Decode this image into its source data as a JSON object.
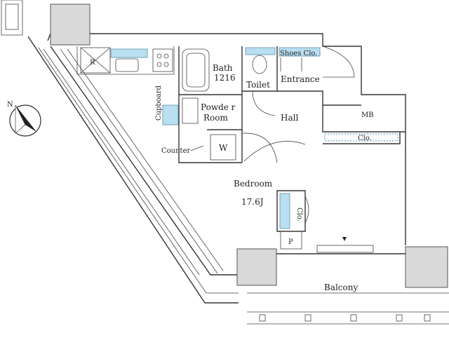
{
  "rooms": {
    "bath": "Bath",
    "bath_size": "1216",
    "toilet": "Toilet",
    "shoes": "Shoes Clo.",
    "entrance": "Entrance",
    "powder_line1": "Powde r",
    "powder_line2": "Room",
    "hall": "Hall",
    "mb": "MB",
    "clo_wide": "Clo.",
    "cupboard": "Cupboard",
    "counter": "Counter",
    "washer": "W",
    "refrigerator": "R",
    "bedroom": "Bedroom",
    "bedroom_size": "17.6J",
    "clo_small": "Clo.",
    "pipe": "P",
    "balcony": "Balcony"
  },
  "compass": {
    "label": "N"
  },
  "colors": {
    "cabinet": "#b9dff0",
    "column": "#d9d9d9",
    "wall": "#333333"
  }
}
